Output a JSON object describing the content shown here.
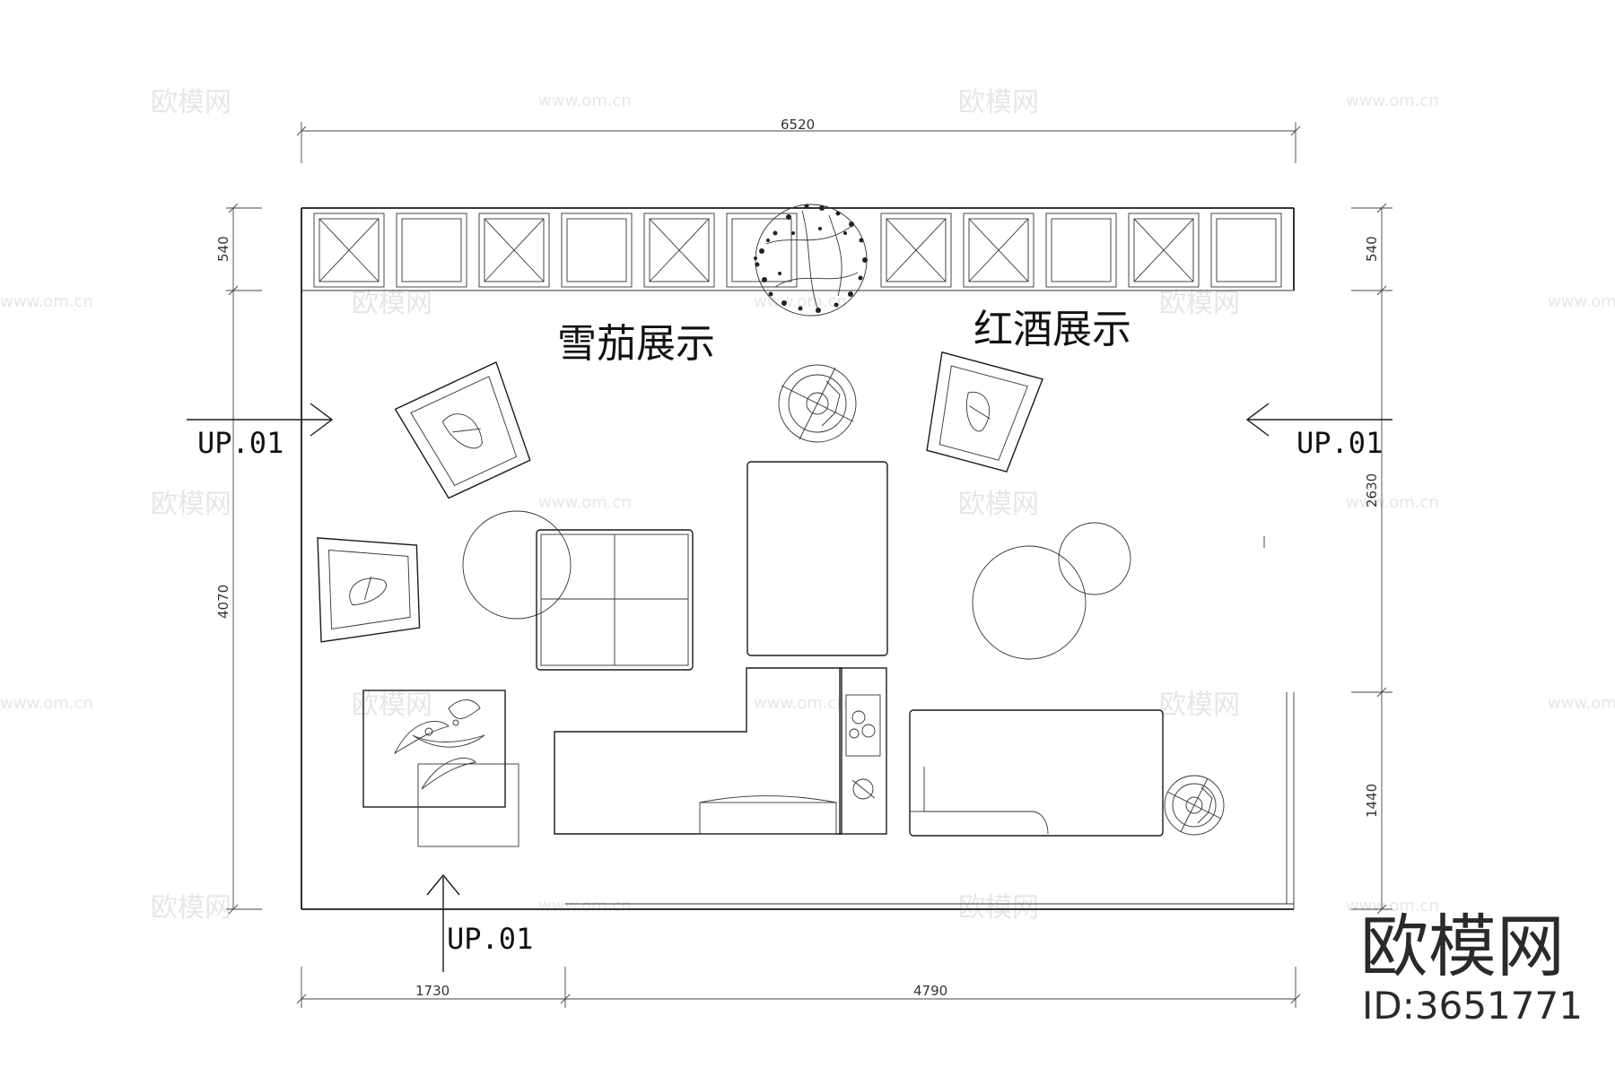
{
  "dimensions": {
    "top_total": "6520",
    "left_top": "540",
    "left_bottom": "4070",
    "right_top": "540",
    "right_mid": "2630",
    "right_bottom": "1440",
    "bottom_left": "1730",
    "bottom_right": "4790"
  },
  "labels": {
    "cigar_display": "雪茄展示",
    "wine_display": "红酒展示"
  },
  "markers": {
    "left": "UP.01",
    "right": "UP.01",
    "bottom": "UP.01"
  },
  "watermark": {
    "logo_text": "欧模网",
    "url_text": "www.om.cn",
    "brand": "欧模网",
    "brand_id": "ID:3651771"
  },
  "icons": {
    "plant": "plant-icon",
    "arrow": "section-arrow-icon"
  }
}
